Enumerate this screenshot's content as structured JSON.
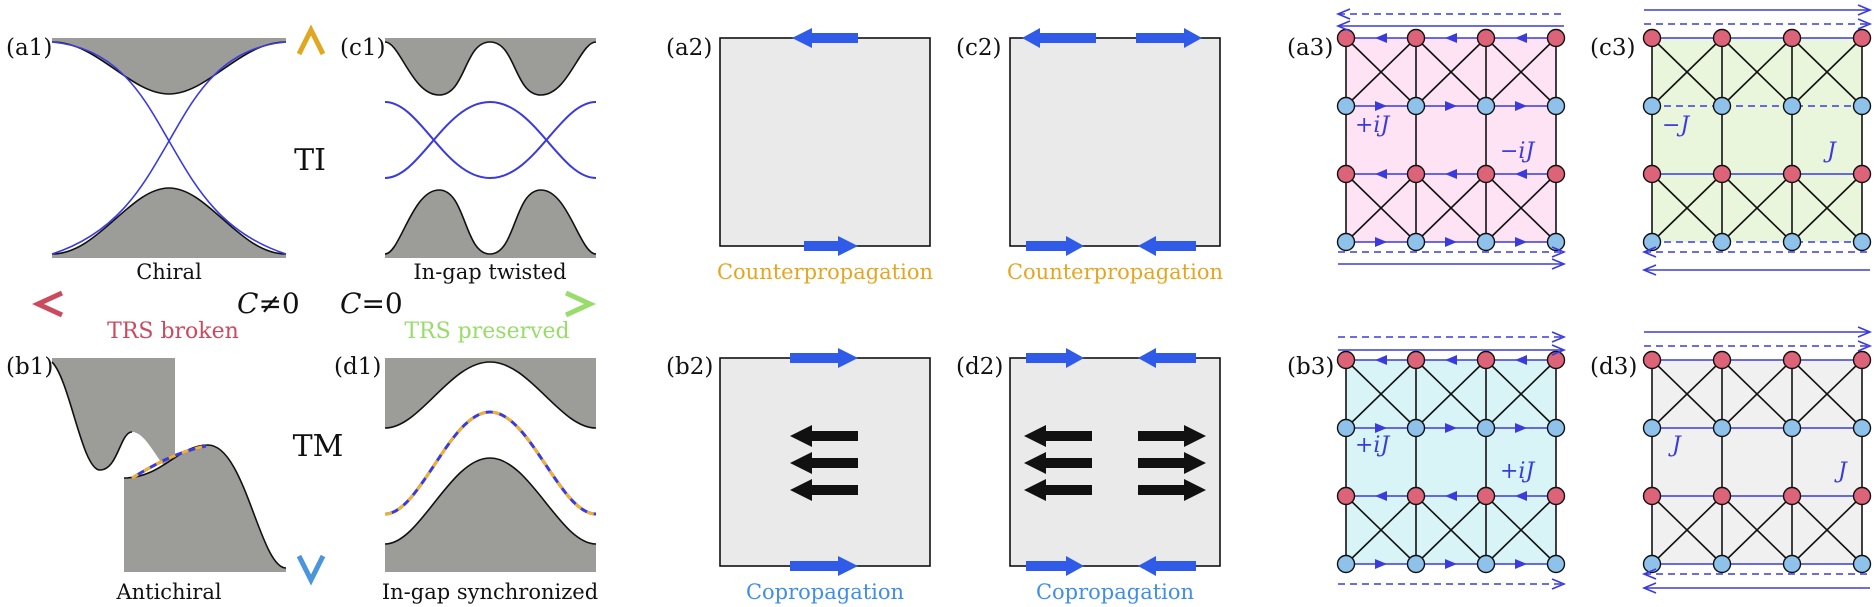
{
  "panels": {
    "a1": "(a1)",
    "b1": "(b1)",
    "c1": "(c1)",
    "d1": "(d1)",
    "a2": "(a2)",
    "b2": "(b2)",
    "c2": "(c2)",
    "d2": "(d2)",
    "a3": "(a3)",
    "b3": "(b3)",
    "c3": "(c3)",
    "d3": "(d3)"
  },
  "captions": {
    "a1": "Chiral",
    "b1": "Antichiral",
    "c1": "In-gap twisted",
    "d1": "In-gap synchronized",
    "a2": "Counterpropagation",
    "c2": "Counterpropagation",
    "b2": "Copropagation",
    "d2": "Copropagation"
  },
  "axes": {
    "ti": "TI",
    "tm": "TM",
    "c_symbol": "C",
    "c_nonzero": "≠0",
    "c_zero": "=0",
    "trs_broken": "TRS broken",
    "trs_preserved": "TRS preserved"
  },
  "couplings": {
    "a3_left": "+iJ",
    "a3_right": "−iJ",
    "b3_left": "+iJ",
    "b3_right": "+iJ",
    "c3_left": "−J",
    "c3_right": "J",
    "d3_left": "J",
    "d3_right": "J"
  },
  "colors": {
    "band_fill": "#9c9c98",
    "edge_blue": "#3b3bdc",
    "edge_orange": "#f0b030",
    "arrow_blue": "#2f5be8",
    "arrow_black": "#111111",
    "ti_orange": "#e0a820",
    "tm_blue": "#4a95dc",
    "trs_red": "#cc4a5e",
    "trs_green": "#98dc6a",
    "counter_text": "#e6a521",
    "copro_text": "#3f8ee6",
    "panel_grey": "#eaeaea",
    "lattice_pink": "#fde3f3",
    "lattice_cyan": "#d8f4f6",
    "lattice_green": "#eaf6dc",
    "lattice_grey": "#f0f0f0",
    "site_red": "#dd6478",
    "site_blue": "#8ec2ea"
  },
  "icons": {
    "arrows": "arrow-icon"
  }
}
